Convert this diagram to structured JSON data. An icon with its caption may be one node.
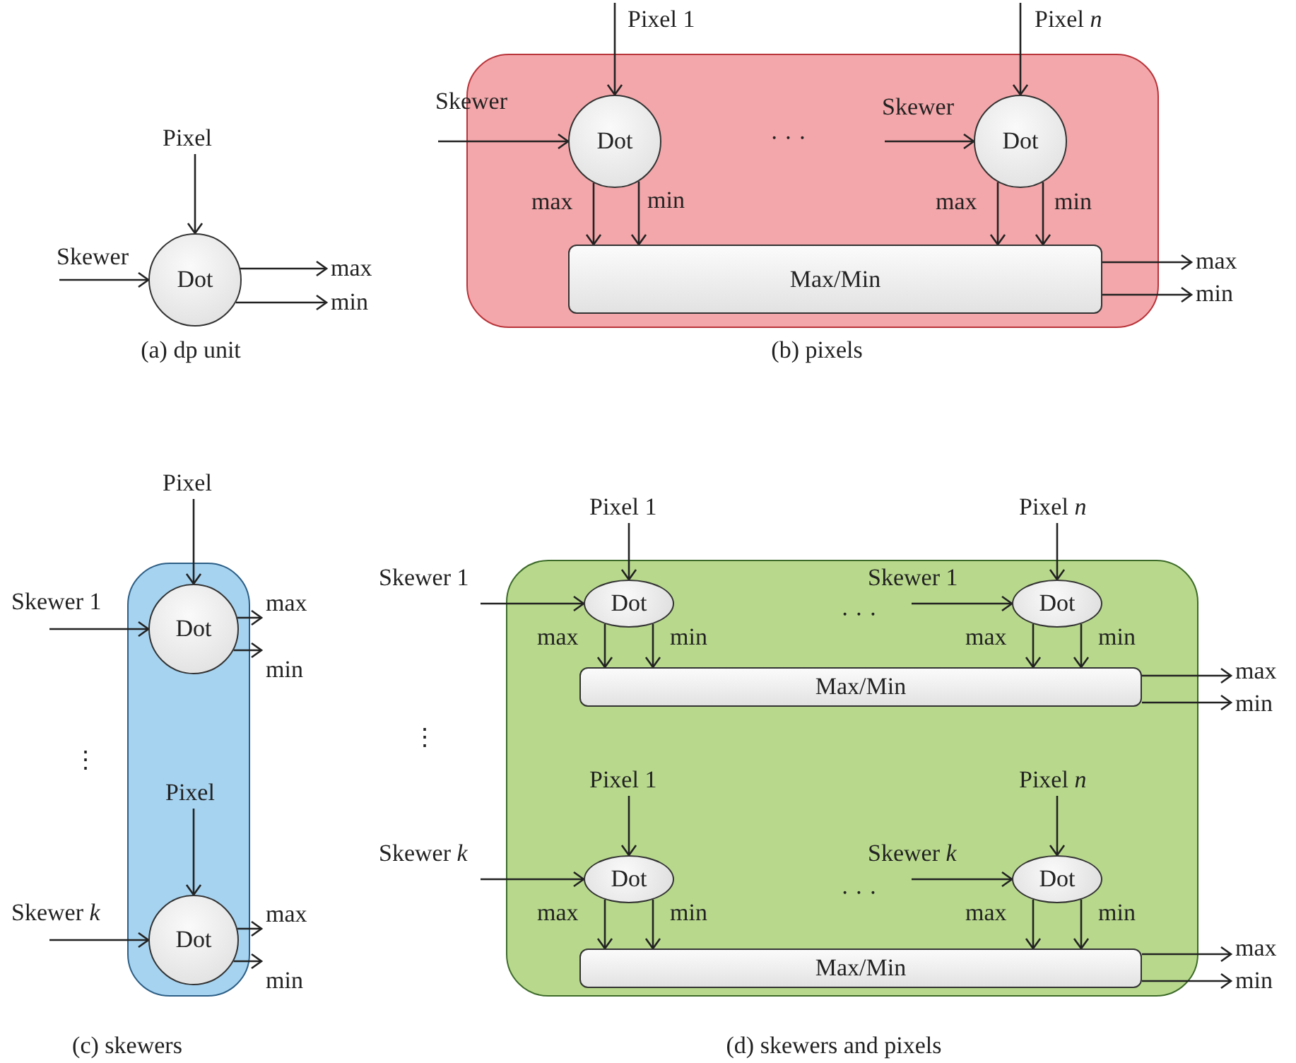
{
  "diagram": {
    "nodes": [
      {
        "text": [
          "Pixel"
        ]
      },
      {
        "text": [
          "Skewer"
        ]
      },
      {
        "text": [
          "Dot"
        ]
      },
      {
        "text": [
          "max"
        ]
      },
      {
        "text": [
          "min"
        ]
      },
      {
        "text": [],
        "shape": "box"
      },
      {
        "text": [
          "Pixel 1"
        ]
      },
      {
        "text": [
          "Pixel *n*"
        ]
      },
      {
        "text": [
          "Skewer"
        ]
      },
      {
        "text": [
          "Dot"
        ],
        "in": 5
      },
      {
        "text": [
          "Skewer"
        ],
        "in": 5
      },
      {
        "text": [
          "Dot"
        ],
        "in": 5
      },
      {
        "text": [
          "Max/Min"
        ],
        "in": 5
      },
      {
        "text": [
          "max"
        ]
      },
      {
        "text": [
          "min"
        ]
      },
      {
        "text": [],
        "shape": "box"
      },
      {
        "text": [
          "Pixel"
        ]
      },
      {
        "text": [
          "Skewer 1"
        ]
      },
      {
        "text": [
          "Dot"
        ],
        "in": 15
      },
      {
        "text": [
          "max"
        ]
      },
      {
        "text": [
          "min"
        ]
      },
      {
        "text": [
          "Pixel"
        ],
        "in": 15
      },
      {
        "text": [
          "Skewer *k*"
        ]
      },
      {
        "text": [
          "Dot"
        ],
        "in": 15
      },
      {
        "text": [
          "max"
        ]
      },
      {
        "text": [
          "min"
        ]
      },
      {
        "text": [],
        "shape": "box"
      },
      {
        "text": [
          "Pixel 1"
        ]
      },
      {
        "text": [
          "Pixel *n*"
        ]
      },
      {
        "text": [
          "Skewer 1"
        ]
      },
      {
        "text": [
          "Dot"
        ],
        "in": 26
      },
      {
        "text": [
          "Skewer 1"
        ],
        "in": 26
      },
      {
        "text": [
          "Dot"
        ],
        "in": 26
      },
      {
        "text": [
          "Max/Min"
        ],
        "in": 26
      },
      {
        "text": [
          "max"
        ]
      },
      {
        "text": [
          "min"
        ]
      },
      {
        "text": [
          "Pixel 1"
        ],
        "in": 26
      },
      {
        "text": [
          "Pixel *n*"
        ],
        "in": 26
      },
      {
        "text": [
          "Skewer *k*"
        ]
      },
      {
        "text": [
          "Dot"
        ],
        "in": 26
      },
      {
        "text": [
          "Skewer *k*"
        ],
        "in": 26
      },
      {
        "text": [
          "Dot"
        ],
        "in": 26
      },
      {
        "text": [
          "Max/Min"
        ],
        "in": 26
      },
      {
        "text": [
          "max"
        ]
      },
      {
        "text": [
          "min"
        ]
      }
    ],
    "edges": [
      {
        "from": 0,
        "to": 2,
        "arrow": "to"
      },
      {
        "from": 1,
        "to": 2,
        "arrow": "to"
      },
      {
        "from": 2,
        "to": 3,
        "arrow": "to"
      },
      {
        "from": 2,
        "to": 4,
        "arrow": "to"
      },
      {
        "from": 6,
        "to": 9,
        "arrow": "to"
      },
      {
        "from": 8,
        "to": 9,
        "arrow": "to"
      },
      {
        "from": 9,
        "to": 12,
        "arrow": "to",
        "label": "max"
      },
      {
        "from": 9,
        "to": 12,
        "arrow": "to",
        "label": "min"
      },
      {
        "from": 7,
        "to": 11,
        "arrow": "to"
      },
      {
        "from": 10,
        "to": 11,
        "arrow": "to"
      },
      {
        "from": 11,
        "to": 12,
        "arrow": "to",
        "label": "max"
      },
      {
        "from": 11,
        "to": 12,
        "arrow": "to",
        "label": "min"
      },
      {
        "from": 12,
        "to": 13,
        "arrow": "to"
      },
      {
        "from": 12,
        "to": 14,
        "arrow": "to"
      },
      {
        "from": 16,
        "to": 18,
        "arrow": "to"
      },
      {
        "from": 17,
        "to": 18,
        "arrow": "to"
      },
      {
        "from": 18,
        "to": 19,
        "arrow": "to"
      },
      {
        "from": 18,
        "to": 20,
        "arrow": "to"
      },
      {
        "from": 21,
        "to": 23,
        "arrow": "to"
      },
      {
        "from": 22,
        "to": 23,
        "arrow": "to"
      },
      {
        "from": 23,
        "to": 24,
        "arrow": "to"
      },
      {
        "from": 23,
        "to": 25,
        "arrow": "to"
      },
      {
        "from": 27,
        "to": 30,
        "arrow": "to"
      },
      {
        "from": 29,
        "to": 30,
        "arrow": "to"
      },
      {
        "from": 30,
        "to": 33,
        "arrow": "to",
        "label": "max"
      },
      {
        "from": 30,
        "to": 33,
        "arrow": "to",
        "label": "min"
      },
      {
        "from": 28,
        "to": 32,
        "arrow": "to"
      },
      {
        "from": 31,
        "to": 32,
        "arrow": "to"
      },
      {
        "from": 32,
        "to": 33,
        "arrow": "to",
        "label": "max"
      },
      {
        "from": 32,
        "to": 33,
        "arrow": "to",
        "label": "min"
      },
      {
        "from": 33,
        "to": 34,
        "arrow": "to"
      },
      {
        "from": 33,
        "to": 35,
        "arrow": "to"
      },
      {
        "from": 36,
        "to": 39,
        "arrow": "to"
      },
      {
        "from": 38,
        "to": 39,
        "arrow": "to"
      },
      {
        "from": 39,
        "to": 42,
        "arrow": "to",
        "label": "max"
      },
      {
        "from": 39,
        "to": 42,
        "arrow": "to",
        "label": "min"
      },
      {
        "from": 37,
        "to": 41,
        "arrow": "to"
      },
      {
        "from": 40,
        "to": 41,
        "arrow": "to"
      },
      {
        "from": 41,
        "to": 42,
        "arrow": "to",
        "label": "max"
      },
      {
        "from": 41,
        "to": 42,
        "arrow": "to",
        "label": "min"
      },
      {
        "from": 42,
        "to": 43,
        "arrow": "to"
      },
      {
        "from": 42,
        "to": 44,
        "arrow": "to"
      }
    ],
    "labels": [
      "· · ·",
      "(a) dp unit",
      "(b) pixels",
      "· · ·",
      "⋮",
      "⋮",
      "· · ·",
      "(c) skewers",
      "(d) skewers and pixels"
    ]
  }
}
